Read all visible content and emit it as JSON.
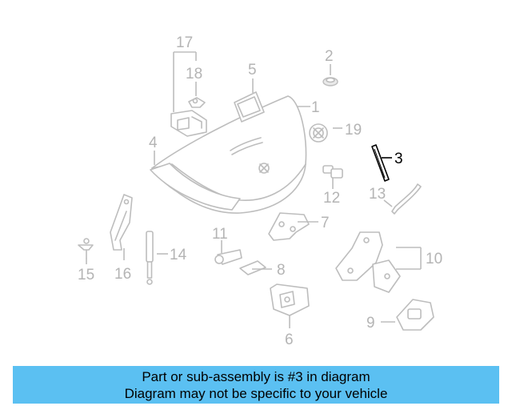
{
  "diagram": {
    "callouts": {
      "p1": "1",
      "p2": "2",
      "p3": "3",
      "p4": "4",
      "p5": "5",
      "p6": "6",
      "p7": "7",
      "p8": "8",
      "p9": "9",
      "p10": "10",
      "p11": "11",
      "p12": "12",
      "p13": "13",
      "p14": "14",
      "p15": "15",
      "p16": "16",
      "p17": "17",
      "p18": "18",
      "p19": "19"
    },
    "highlighted_part": "3",
    "colors": {
      "highlight": "#000000",
      "muted": "#b4b4b4",
      "banner": "#5bc0f2"
    }
  },
  "banner": {
    "line1": "Part or sub-assembly is #3 in diagram",
    "line2": "Diagram may not be specific to your vehicle"
  }
}
